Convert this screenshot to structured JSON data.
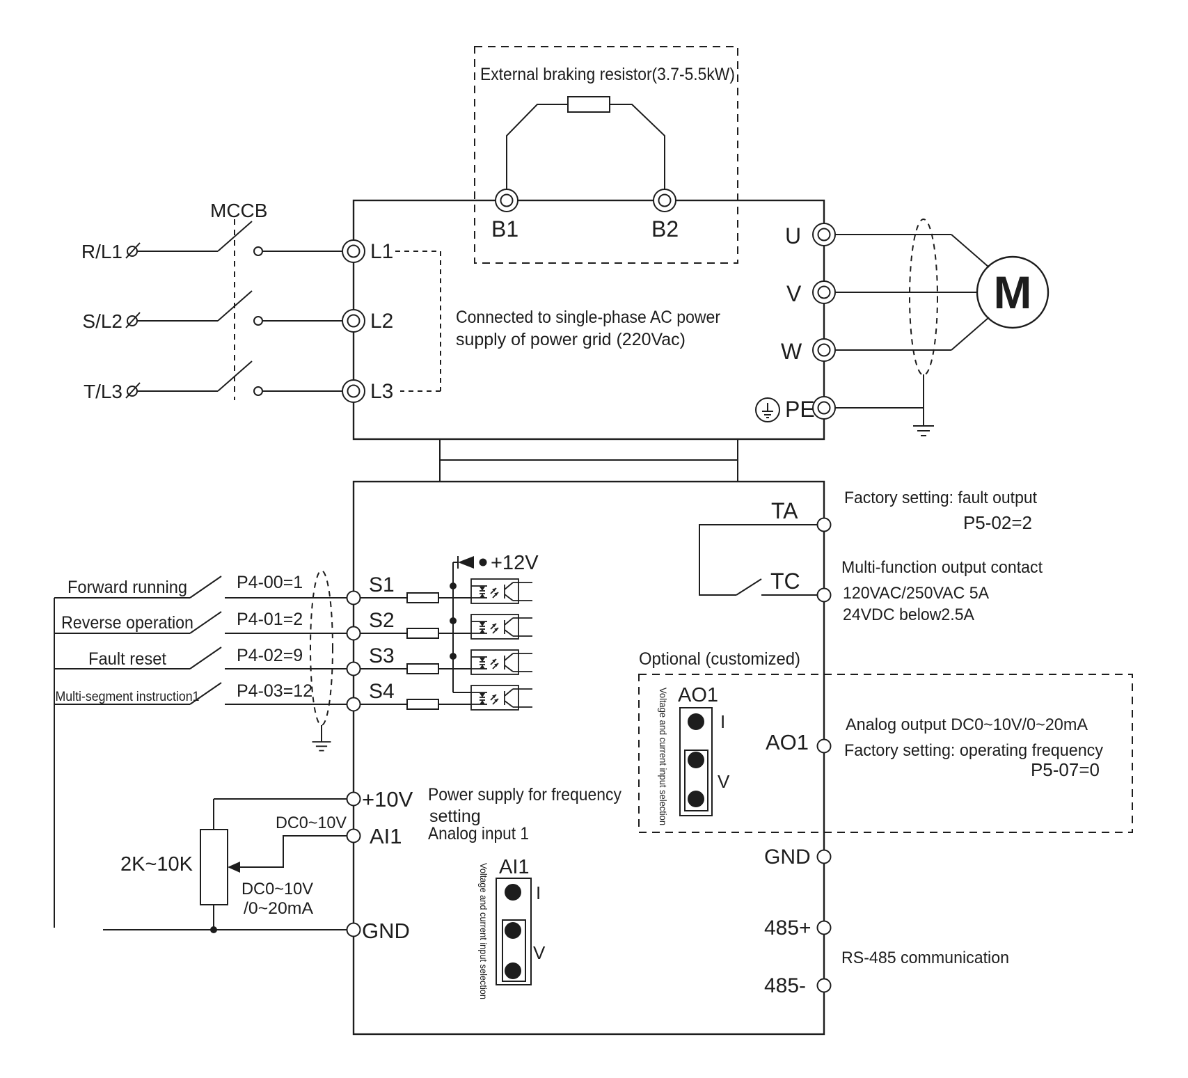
{
  "colors": {
    "line": "#1d1d1d",
    "background": "#ffffff"
  },
  "braking": {
    "title": "External braking resistor(3.7-5.5kW)",
    "b1": "B1",
    "b2": "B2"
  },
  "mains": {
    "breaker": "MCCB",
    "rows": [
      {
        "line": "R/L1",
        "terminal": "L1"
      },
      {
        "line": "S/L2",
        "terminal": "L2"
      },
      {
        "line": "T/L3",
        "terminal": "L3"
      }
    ],
    "note_line1": "Connected to single-phase AC power",
    "note_line2": "supply of power grid (220Vac)"
  },
  "motor": {
    "u": "U",
    "v": "V",
    "w": "W",
    "pe": "PE",
    "label": "M"
  },
  "relay": {
    "ta": "TA",
    "tc": "TC",
    "factory_note": "Factory setting: fault output",
    "param": "P5-02=2",
    "contact_note": "Multi-function output contact",
    "rating1": "120VAC/250VAC 5A",
    "rating2": "24VDC  below2.5A"
  },
  "digital_inputs": {
    "supply_label": "+12V",
    "rows": [
      {
        "label": "Forward running",
        "param": "P4-00=1",
        "terminal": "S1"
      },
      {
        "label": "Reverse operation",
        "param": "P4-01=2",
        "terminal": "S2"
      },
      {
        "label": "Fault reset",
        "param": "P4-02=9",
        "terminal": "S3"
      },
      {
        "label": "Multi-segment instruction1",
        "param": "P4-03=12",
        "terminal": "S4"
      }
    ]
  },
  "optional": {
    "title": "Optional (customized)",
    "jumper_label": "AO1",
    "current_label": "I",
    "voltage_label": "V",
    "selector_note": "Voltage and current input selection",
    "terminal": "AO1",
    "note1": "Analog output DC0~10V/0~20mA",
    "note2": "Factory setting: operating frequency",
    "param": "P5-07=0"
  },
  "analog": {
    "power_terminal": "+10V",
    "power_note1": "Power supply for frequency",
    "power_note2": "setting",
    "input_terminal": "AI1",
    "input_note": "Analog input 1",
    "pot_label": "2K~10K",
    "range_top": "DC0~10V",
    "range_mid": "DC0~10V",
    "range_bottom": "/0~20mA",
    "gnd_terminal": "GND",
    "jumper_label": "AI1",
    "current_label": "I",
    "voltage_label": "V",
    "selector_note": "Voltage and current input selection"
  },
  "comm": {
    "gnd": "GND",
    "plus": "485+",
    "minus": "485-",
    "note": "RS-485 communication"
  }
}
